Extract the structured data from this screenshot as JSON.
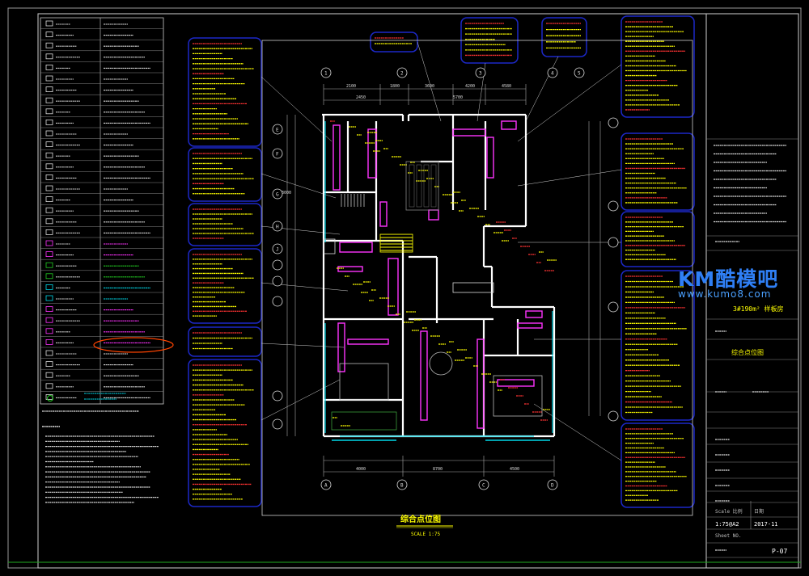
{
  "drawing": {
    "title": "综合点位图",
    "scale_label": "SCALE 1:75"
  },
  "watermark": {
    "brand": "KM酷模吧",
    "url": "www.kumo8.com"
  },
  "title_block": {
    "area": "3#190m² 样板房",
    "sheet_name": "综合点位图",
    "scale_label": "Scale 比例",
    "date_label": "日期",
    "scale_value": "1:75@A2",
    "date_value": "2017-11",
    "sheet_no_label": "Sheet NO.",
    "sheet_no": "P-07"
  },
  "dimensions": [
    "2100",
    "1800",
    "3600",
    "4200",
    "4580",
    "2450",
    "5700",
    "4000",
    "8700",
    "4500",
    "3000"
  ],
  "grid_labels": [
    "1",
    "2",
    "3",
    "4",
    "5",
    "A",
    "B",
    "C",
    "D",
    "E",
    "F",
    "G",
    "H",
    "J"
  ],
  "colors": {
    "background": "#000000",
    "frame": "#ffffff",
    "callout_border": "#1c28c8",
    "wall": "#ffffff",
    "text_yellow": "#ffff00",
    "text_magenta": "#ff33ff",
    "text_red": "#ff3333",
    "cyan": "#00d8e8",
    "green": "#22cc22",
    "highlight": "#ff4400"
  }
}
